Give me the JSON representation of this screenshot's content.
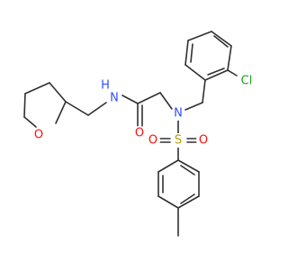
{
  "atoms": [
    {
      "id": "O_ring",
      "text": "O",
      "color": "#ff0d0d"
    },
    {
      "id": "N_amide",
      "text": "N",
      "color": "#3050f8"
    },
    {
      "id": "H_amide",
      "text": "H",
      "color": "#3050f8"
    },
    {
      "id": "O_carbonyl",
      "text": "O",
      "color": "#ff0d0d"
    },
    {
      "id": "N_sulfonamide",
      "text": "N",
      "color": "#3050f8"
    },
    {
      "id": "Cl",
      "text": "Cl",
      "color": "#1fa01f"
    },
    {
      "id": "S",
      "text": "S",
      "color": "#b8a000"
    },
    {
      "id": "O_s1",
      "text": "O",
      "color": "#ff0d0d"
    },
    {
      "id": "O_s2",
      "text": "O",
      "color": "#ff0d0d"
    }
  ],
  "bond_color": "#303030"
}
